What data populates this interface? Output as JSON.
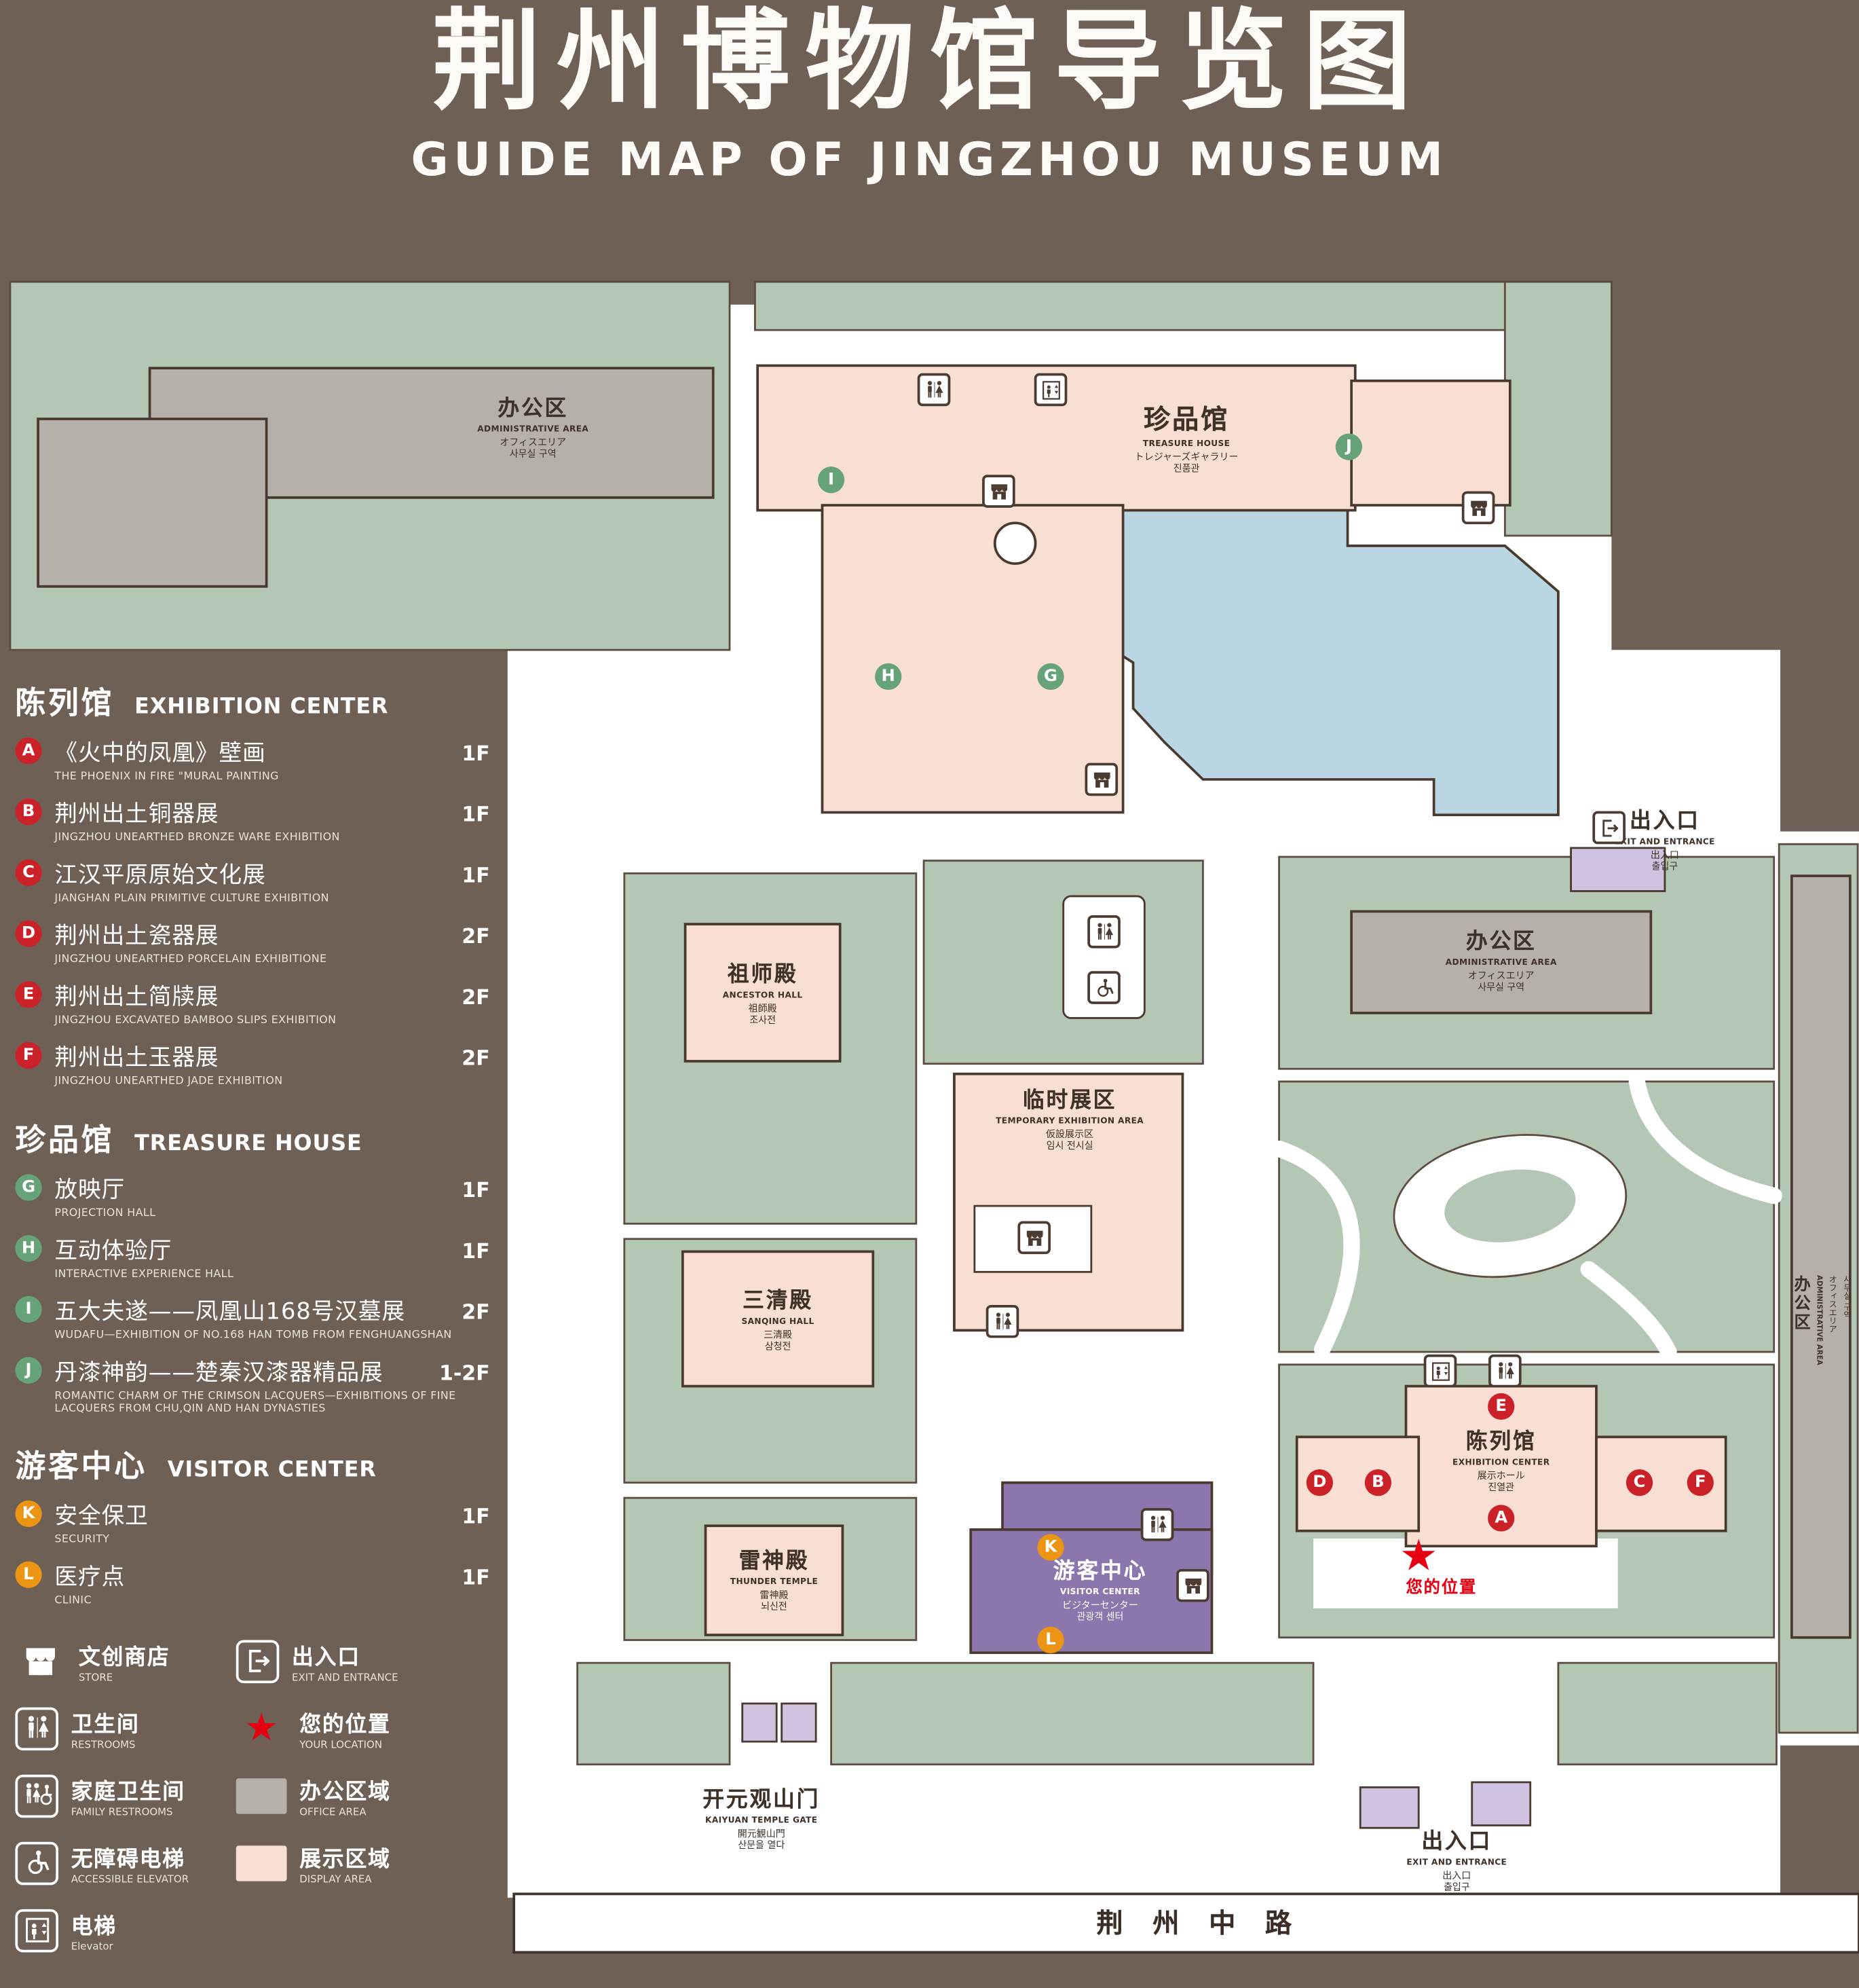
{
  "title": {
    "zh": "荆州博物馆导览图",
    "en": "GUIDE MAP OF JINGZHOU MUSEUM"
  },
  "legend": {
    "sections": [
      {
        "zh": "陈列馆",
        "en": "EXHIBITION CENTER",
        "marker_color": "#cb2229",
        "items": [
          {
            "key": "A",
            "zh": "《火中的凤凰》壁画",
            "en": "THE PHOENIX IN FIRE \"MURAL PAINTING",
            "floor": "1F"
          },
          {
            "key": "B",
            "zh": "荆州出土铜器展",
            "en": "JINGZHOU UNEARTHED BRONZE WARE EXHIBITION",
            "floor": "1F"
          },
          {
            "key": "C",
            "zh": "江汉平原原始文化展",
            "en": "JIANGHAN PLAIN PRIMITIVE CULTURE EXHIBITION",
            "floor": "1F"
          },
          {
            "key": "D",
            "zh": "荆州出土瓷器展",
            "en": "JINGZHOU UNEARTHED PORCELAIN EXHIBITIONE",
            "floor": "2F"
          },
          {
            "key": "E",
            "zh": "荆州出土简牍展",
            "en": "JINGZHOU EXCAVATED BAMBOO SLIPS EXHIBITION",
            "floor": "2F"
          },
          {
            "key": "F",
            "zh": "荆州出土玉器展",
            "en": "JINGZHOU UNEARTHED JADE EXHIBITION",
            "floor": "2F"
          }
        ]
      },
      {
        "zh": "珍品馆",
        "en": "TREASURE HOUSE",
        "marker_color": "#67a379",
        "items": [
          {
            "key": "G",
            "zh": "放映厅",
            "en": "PROJECTION HALL",
            "floor": "1F"
          },
          {
            "key": "H",
            "zh": "互动体验厅",
            "en": "INTERACTIVE EXPERIENCE HALL",
            "floor": "1F"
          },
          {
            "key": "I",
            "zh": "五大夫遂——凤凰山168号汉墓展",
            "en": "WUDAFU—EXHIBITION OF NO.168 HAN TOMB FROM FENGHUANGSHAN",
            "floor": "2F"
          },
          {
            "key": "J",
            "zh": "丹漆神韵——楚秦汉漆器精品展",
            "en": "ROMANTIC CHARM OF THE CRIMSON LACQUERS—EXHIBITIONS OF FINE LACQUERS FROM CHU,QIN AND HAN DYNASTIES",
            "floor": "1-2F"
          }
        ]
      },
      {
        "zh": "游客中心",
        "en": "VISITOR CENTER",
        "marker_color": "#ec9413",
        "items": [
          {
            "key": "K",
            "zh": "安全保卫",
            "en": "SECURITY",
            "floor": "1F"
          },
          {
            "key": "L",
            "zh": "医疗点",
            "en": "CLINIC",
            "floor": "1F"
          }
        ]
      }
    ],
    "icon_items": [
      {
        "icon": "store-icon",
        "zh": "文创商店",
        "en": "STORE"
      },
      {
        "icon": "exit-icon",
        "zh": "出入口",
        "en": "EXIT AND ENTRANCE"
      },
      {
        "icon": "restroom-icon",
        "zh": "卫生间",
        "en": "RESTROOMS"
      },
      {
        "icon": "location-star-icon",
        "zh": "您的位置",
        "en": "YOUR LOCATION"
      },
      {
        "icon": "family-restroom-icon",
        "zh": "家庭卫生间",
        "en": "FAMILY RESTROOMS"
      },
      {
        "icon": "office-swatch",
        "zh": "办公区域",
        "en": "OFFICE AREA"
      },
      {
        "icon": "accessible-elevator-icon",
        "zh": "无障碍电梯",
        "en": "ACCESSIBLE ELEVATOR"
      },
      {
        "icon": "display-swatch",
        "zh": "展示区域",
        "en": "DISPLAY AREA"
      },
      {
        "icon": "elevator-icon",
        "zh": "电梯",
        "en": "Elevator"
      }
    ]
  },
  "map": {
    "labels": {
      "admin_nw": {
        "zh": "办公区",
        "en": "ADMINISTRATIVE AREA",
        "jp": "オフィスエリア",
        "kr": "사무실 구역"
      },
      "treasure_house": {
        "zh": "珍品馆",
        "en": "TREASURE HOUSE",
        "jp": "トレジャーズギャラリー",
        "kr": "진품관"
      },
      "exit_east": {
        "zh": "出入口",
        "en": "EXIT AND ENTRANCE",
        "jp": "出入口",
        "kr": "출입구"
      },
      "ancestor_hall": {
        "zh": "祖师殿",
        "en": "ANCESTOR HALL",
        "jp": "祖師殿",
        "kr": "조사전"
      },
      "admin_mid": {
        "zh": "办公区",
        "en": "ADMINISTRATIVE AREA",
        "jp": "オフィスエリア",
        "kr": "사무실 구역"
      },
      "temporary_area": {
        "zh": "临时展区",
        "en": "TEMPORARY EXHIBITION AREA",
        "jp": "仮設展示区",
        "kr": "임시 전시실"
      },
      "sanqing_hall": {
        "zh": "三清殿",
        "en": "SANQING HALL",
        "jp": "三清殿",
        "kr": "삼청전"
      },
      "thunder_temple": {
        "zh": "雷神殿",
        "en": "THUNDER TEMPLE",
        "jp": "雷神殿",
        "kr": "뇌신전"
      },
      "visitor_center": {
        "zh": "游客中心",
        "en": "VISITOR CENTER",
        "jp": "ビジターセンター",
        "kr": "관광객 센터"
      },
      "exhibition_center": {
        "zh": "陈列馆",
        "en": "EXHIBITION CENTER",
        "jp": "展示ホール",
        "kr": "진열관"
      },
      "your_location": {
        "zh": "您的位置"
      },
      "admin_east": {
        "zh": "办公区",
        "en": "ADMINISTRATIVE AREA",
        "jp": "オフィスエリア",
        "kr": "사무실 구역"
      },
      "kaiyuan_gate": {
        "zh": "开元观山门",
        "en": "KAIYUAN TEMPLE GATE",
        "jp": "開元観山門",
        "kr": "산문을 열다"
      },
      "exit_south": {
        "zh": "出入口",
        "en": "EXIT AND ENTRANCE",
        "jp": "出入口",
        "kr": "출입구"
      },
      "road": {
        "zh": "荆 州 中 路"
      }
    },
    "colors": {
      "background": "#6e6055",
      "lawn": "#b4c7b5",
      "path": "#ffffff",
      "display_area": "#f9dfd3",
      "office_area": "#b5b0aa",
      "water": "#b9d6e2",
      "visitor_center": "#8b77ad",
      "outline": "#4a392e",
      "marker_red": "#cb2229",
      "marker_green": "#67a379",
      "marker_orange": "#ec9413",
      "location_red": "#e60012"
    }
  }
}
